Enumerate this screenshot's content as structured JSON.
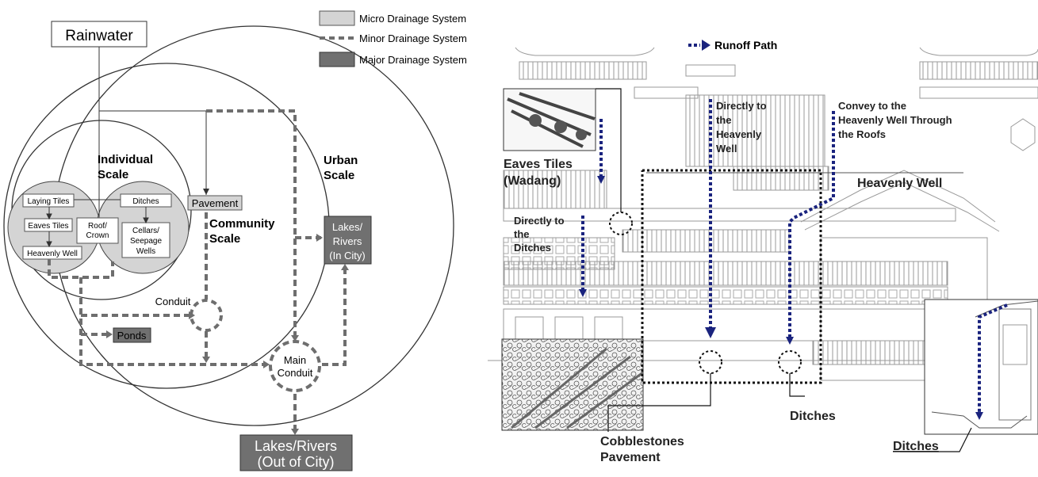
{
  "legend": {
    "micro": "Micro Drainage System",
    "minor": "Minor Drainage System",
    "major": "Major Drainage System",
    "micro_color": "#d4d4d4",
    "major_color": "#707070"
  },
  "left": {
    "rainwater": "Rainwater",
    "scales": {
      "individual_1": "Individual",
      "individual_2": "Scale",
      "community_1": "Community",
      "community_2": "Scale",
      "urban_1": "Urban",
      "urban_2": "Scale"
    },
    "boxes": {
      "laying_tiles": "Laying Tiles",
      "eaves_tiles": "Eaves Tiles",
      "heavenly_well": "Heavenly Well",
      "roof_1": "Roof/",
      "roof_2": "Crown",
      "ditches": "Ditches",
      "cellars_1": "Cellars/",
      "cellars_2": "Seepage",
      "cellars_3": "Wells",
      "pavement": "Pavement",
      "lakes_in_1": "Lakes/",
      "lakes_in_2": "Rivers",
      "lakes_in_3": "(In City)",
      "ponds": "Ponds",
      "conduit": "Conduit",
      "main_conduit_1": "Main",
      "main_conduit_2": "Conduit",
      "lakes_out_1": "Lakes/Rivers",
      "lakes_out_2": "(Out of City)"
    }
  },
  "right": {
    "runoff_path": "Runoff Path",
    "path_color": "#1a237e",
    "labels": {
      "directly_well_1": "Directly to",
      "directly_well_2": "the",
      "directly_well_3": "Heavenly",
      "directly_well_4": "Well",
      "convey_1": "Convey to the",
      "convey_2": "Heavenly Well Through",
      "convey_3": "the Roofs",
      "eaves_1": "Eaves Tiles",
      "eaves_2": "(Wadang)",
      "heavenly_well": "Heavenly Well",
      "directly_ditch_1": "Directly to",
      "directly_ditch_2": "the",
      "directly_ditch_3": "Ditches",
      "ditches_mid": "Ditches",
      "ditches_right": "Ditches",
      "cobble_1": "Cobblestones",
      "cobble_2": "Pavement"
    }
  }
}
